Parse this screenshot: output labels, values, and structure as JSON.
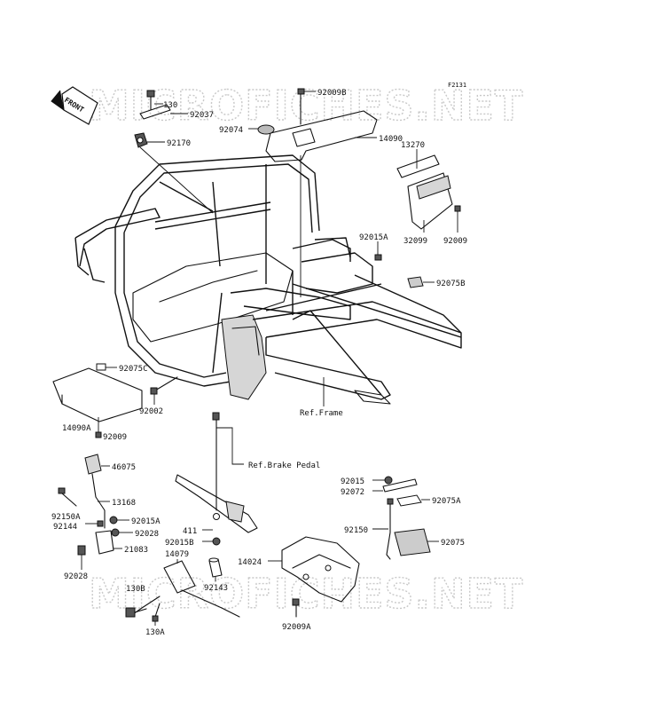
{
  "diagram_code": "F2131",
  "watermark": "MICROFICHES.NET",
  "front_arrow": "FRONT",
  "labels": {
    "p130": "130",
    "p92009B": "92009B",
    "p92037": "92037",
    "p92074": "92074",
    "p14090": "14090",
    "p92170": "92170",
    "p13270": "13270",
    "p32099": "32099",
    "p92009_top": "92009",
    "p92015A_top": "92015A",
    "p92075B": "92075B",
    "p92075C": "92075C",
    "p14090A": "14090A",
    "p92009_left": "92009",
    "p92002": "92002",
    "ref_frame": "Ref.Frame",
    "p46075": "46075",
    "ref_brake": "Ref.Brake Pedal",
    "p13168": "13168",
    "p92150A": "92150A",
    "p92015A_low": "92015A",
    "p92144": "92144",
    "p92028_a": "92028",
    "p21083": "21083",
    "p92028_b": "92028",
    "p411": "411",
    "p92015B": "92015B",
    "p14079": "14079",
    "p92143": "92143",
    "p130B": "130B",
    "p130A": "130A",
    "p92015": "92015",
    "p92072": "92072",
    "p92075A": "92075A",
    "p92150": "92150",
    "p92075": "92075",
    "p14024": "14024",
    "p92009A": "92009A"
  }
}
